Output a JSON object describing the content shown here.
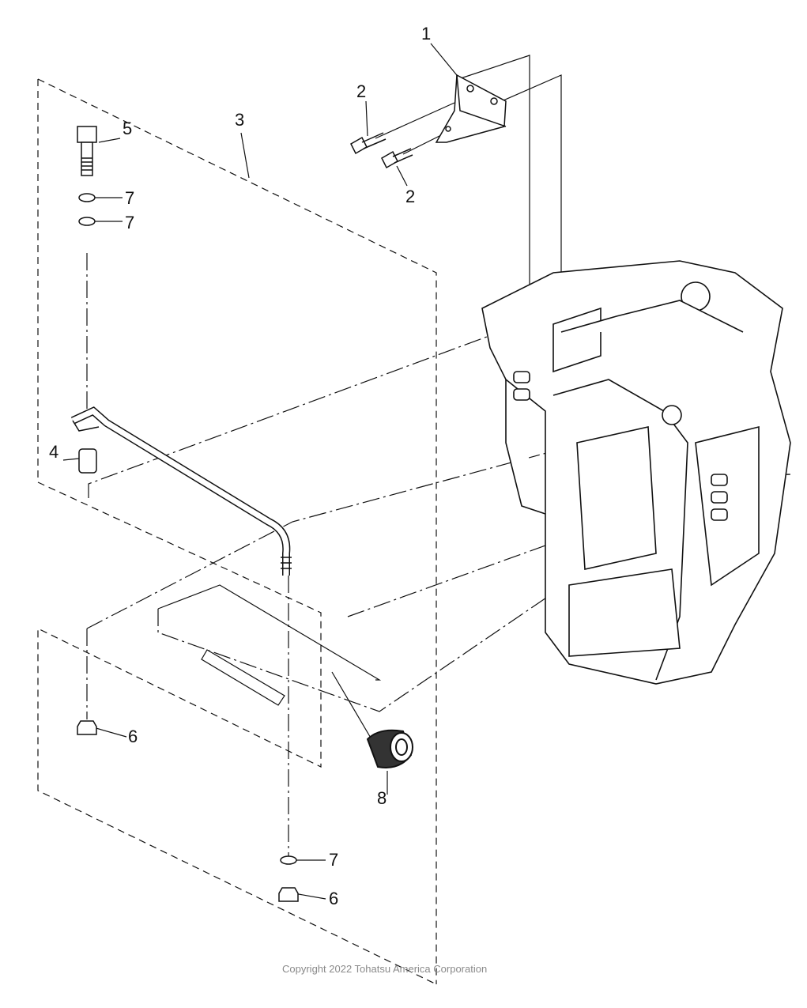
{
  "diagram": {
    "callouts": [
      {
        "id": "c1",
        "label": "1",
        "part": "bracket"
      },
      {
        "id": "c2a",
        "label": "2",
        "part": "bolt"
      },
      {
        "id": "c2b",
        "label": "2",
        "part": "bolt"
      },
      {
        "id": "c3",
        "label": "3",
        "part": "tilt-rod-assembly"
      },
      {
        "id": "c5",
        "label": "5",
        "part": "hex-bolt"
      },
      {
        "id": "c7a",
        "label": "7",
        "part": "washer"
      },
      {
        "id": "c7b",
        "label": "7",
        "part": "washer"
      },
      {
        "id": "c4",
        "label": "4",
        "part": "collar"
      },
      {
        "id": "c6a",
        "label": "6",
        "part": "nut"
      },
      {
        "id": "c8",
        "label": "8",
        "part": "grommet"
      },
      {
        "id": "c7c",
        "label": "7",
        "part": "washer"
      },
      {
        "id": "c6b",
        "label": "6",
        "part": "nut"
      }
    ],
    "line_color": "#111111",
    "copyright": "Copyright 2022 Tohatsu America Corporation"
  }
}
